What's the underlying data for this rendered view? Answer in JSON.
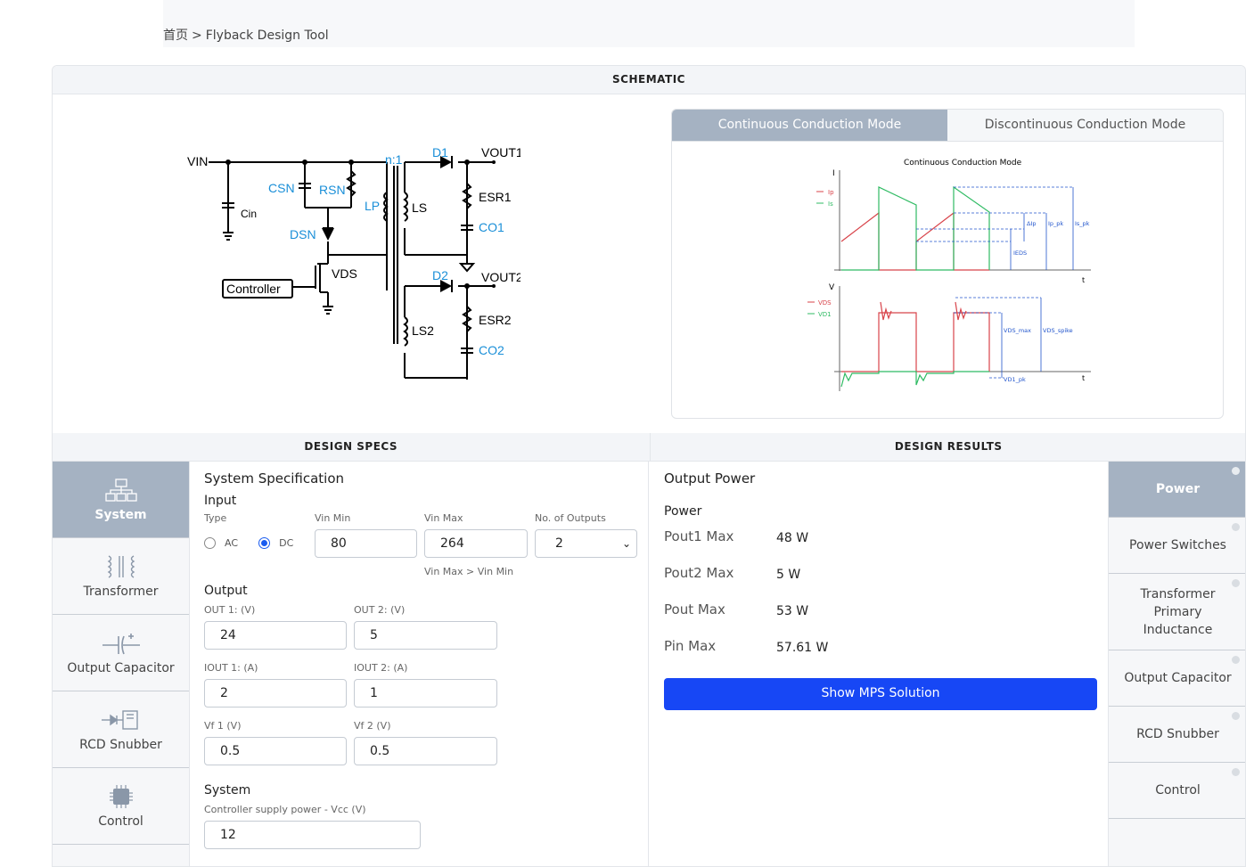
{
  "breadcrumb": {
    "home": "首页",
    "separator": ">",
    "current": "Flyback Design Tool"
  },
  "schematic": {
    "title": "SCHEMATIC",
    "labels": {
      "vin": "VIN",
      "cin": "Cin",
      "csn": "CSN",
      "rsn": "RSN",
      "lp": "LP",
      "dsn": "DSN",
      "ratio": "n:1",
      "d1": "D1",
      "vout1": "VOUT1",
      "ls": "LS",
      "esr1": "ESR1",
      "co1": "CO1",
      "vds": "VDS",
      "controller": "Controller",
      "d2": "D2",
      "vout2": "VOUT2",
      "ls2": "LS2",
      "esr2": "ESR2",
      "co2": "CO2"
    },
    "tabs": [
      "Continuous Conduction Mode",
      "Discontinuous Conduction Mode"
    ],
    "active_tab": "Continuous Conduction Mode",
    "waveform": {
      "title": "Continuous  Conduction Mode",
      "top_axis": "I",
      "bottom_axis": "V",
      "t": "t",
      "legend_top": [
        "Ip",
        "Is"
      ],
      "legend_bottom": [
        "VDS",
        "VD1"
      ],
      "annot_top": [
        "ΔIp",
        "Ip_pk",
        "Is_pk",
        "IEDS"
      ],
      "annot_bottom": [
        "VDS_max",
        "VDS_spike",
        "VD1_pk"
      ],
      "colors": {
        "primary": "#d8434a",
        "secondary": "#2fbb63",
        "annot": "#2255cc"
      }
    }
  },
  "specs": {
    "title": "DESIGN SPECS",
    "sidebar": [
      "System",
      "Transformer",
      "Output Capacitor",
      "RCD Snubber",
      "Control"
    ],
    "active": "System",
    "heading": "System Specification",
    "input": {
      "label": "Input",
      "type_label": "Type",
      "ac": "AC",
      "dc": "DC",
      "selected_type": "DC",
      "vin_min_label": "Vin Min",
      "vin_min": "80",
      "vin_max_label": "Vin Max",
      "vin_max": "264",
      "outputs_label": "No. of Outputs",
      "outputs": "2",
      "hint": "Vin Max > Vin Min"
    },
    "output": {
      "label": "Output",
      "out1_label": "OUT 1: (V)",
      "out1": "24",
      "out2_label": "OUT 2: (V)",
      "out2": "5",
      "iout1_label": "IOUT 1: (A)",
      "iout1": "2",
      "iout2_label": "IOUT 2: (A)",
      "iout2": "1",
      "vf1_label": "Vf 1 (V)",
      "vf1": "0.5",
      "vf2_label": "Vf 2 (V)",
      "vf2": "0.5"
    },
    "system": {
      "label": "System",
      "vcc_label": "Controller supply power - Vcc (V)",
      "vcc": "12"
    }
  },
  "results": {
    "title": "DESIGN RESULTS",
    "heading": "Output Power",
    "sub": "Power",
    "rows": [
      {
        "k": "Pout1 Max",
        "v": "48 W"
      },
      {
        "k": "Pout2 Max",
        "v": "5 W"
      },
      {
        "k": "Pout Max",
        "v": "53 W"
      },
      {
        "k": "Pin Max",
        "v": "57.61 W"
      }
    ],
    "button": "Show MPS Solution",
    "sidebar": [
      "Power",
      "Power Switches",
      "Transformer Primary Inductance",
      "Output Capacitor",
      "RCD Snubber",
      "Control"
    ],
    "active": "Power"
  }
}
